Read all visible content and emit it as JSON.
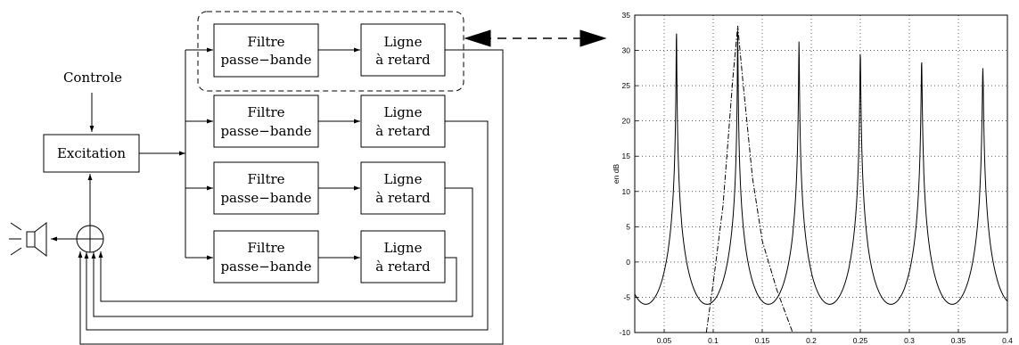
{
  "diagram": {
    "control_label": "Controle",
    "excitation_label": "Excitation",
    "branches": [
      {
        "filter_line1": "Filtre",
        "filter_line2": "passe−bande",
        "delay_line1": "Ligne",
        "delay_line2": "à retard"
      },
      {
        "filter_line1": "Filtre",
        "filter_line2": "passe−bande",
        "delay_line1": "Ligne",
        "delay_line2": "à retard"
      },
      {
        "filter_line1": "Filtre",
        "filter_line2": "passe−bande",
        "delay_line1": "Ligne",
        "delay_line2": "à retard"
      },
      {
        "filter_line1": "Filtre",
        "filter_line2": "passe−bande",
        "delay_line1": "Ligne",
        "delay_line2": "à retard"
      }
    ],
    "icons": {
      "speaker": "speaker-icon",
      "summing_junction": "summing-junction-icon"
    }
  },
  "chart_data": {
    "type": "line",
    "ylabel": "en dB",
    "xlabel": "",
    "xlim": [
      0.02,
      0.4
    ],
    "ylim": [
      -10,
      35
    ],
    "x_ticks": [
      "0.05",
      "0.1",
      "0.15",
      "0.2",
      "0.25",
      "0.3",
      "0.35",
      "0.4"
    ],
    "y_ticks": [
      "35",
      "30",
      "25",
      "20",
      "15",
      "10",
      "5",
      "0",
      "-5",
      "-10"
    ],
    "grid": true,
    "series": [
      {
        "style": "solid",
        "peaks": [
          {
            "x": 0.0625,
            "y": 33.5
          },
          {
            "x": 0.125,
            "y": 33.0
          },
          {
            "x": 0.1875,
            "y": 31.3
          },
          {
            "x": 0.25,
            "y": 29.9
          },
          {
            "x": 0.3125,
            "y": 28.6
          },
          {
            "x": 0.375,
            "y": 27.5
          }
        ],
        "troughs": [
          {
            "x": 0.031,
            "y": -5.8
          },
          {
            "x": 0.094,
            "y": -6.0
          },
          {
            "x": 0.156,
            "y": -6.0
          },
          {
            "x": 0.219,
            "y": -6.0
          },
          {
            "x": 0.281,
            "y": -6.0
          },
          {
            "x": 0.344,
            "y": -6.0
          }
        ],
        "end_value": {
          "x": 0.4,
          "y": -5.0
        }
      },
      {
        "style": "dash-dot",
        "points": [
          {
            "x": 0.093,
            "y": -10.0
          },
          {
            "x": 0.1,
            "y": -3.0
          },
          {
            "x": 0.11,
            "y": 8.0
          },
          {
            "x": 0.12,
            "y": 26.0
          },
          {
            "x": 0.125,
            "y": 33.5
          },
          {
            "x": 0.13,
            "y": 26.0
          },
          {
            "x": 0.14,
            "y": 12.0
          },
          {
            "x": 0.15,
            "y": 3.0
          },
          {
            "x": 0.165,
            "y": -4.0
          },
          {
            "x": 0.181,
            "y": -10.0
          }
        ]
      }
    ]
  }
}
